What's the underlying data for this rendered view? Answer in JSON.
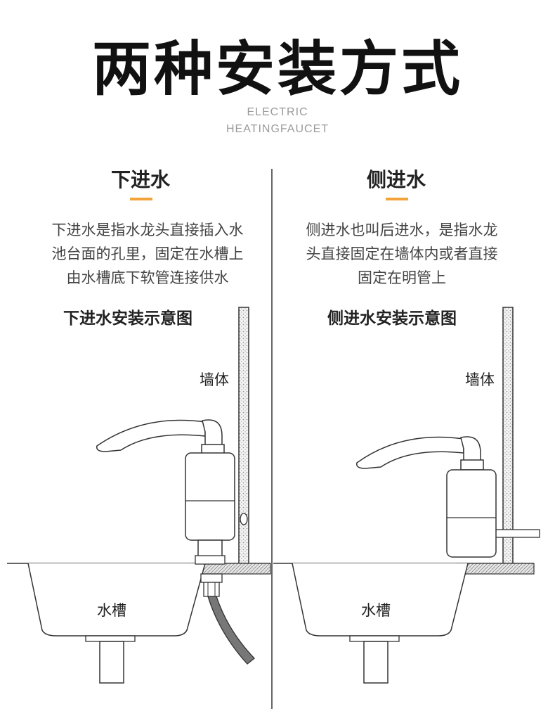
{
  "header": {
    "title": "两种安装方式",
    "subtitle_line1": "ELECTRIC",
    "subtitle_line2": "HEATINGFAUCET"
  },
  "left": {
    "heading": "下进水",
    "description": [
      "下进水是指水龙头直接插入水",
      "池台面的孔里，固定在水槽上",
      "由水槽底下软管连接供水"
    ],
    "diagram_title": "下进水安装示意图",
    "wall_label": "墙体",
    "sink_label": "水槽"
  },
  "right": {
    "heading": "侧进水",
    "description": [
      "侧进水也叫后进水，是指水龙",
      "头直接固定在墙体内或者直接",
      "固定在明管上"
    ],
    "diagram_title": "侧进水安装示意图",
    "wall_label": "墙体",
    "sink_label": "水槽"
  },
  "colors": {
    "accent": "#f2a33a",
    "line": "#333333",
    "muted_text": "#9a9a9a"
  }
}
